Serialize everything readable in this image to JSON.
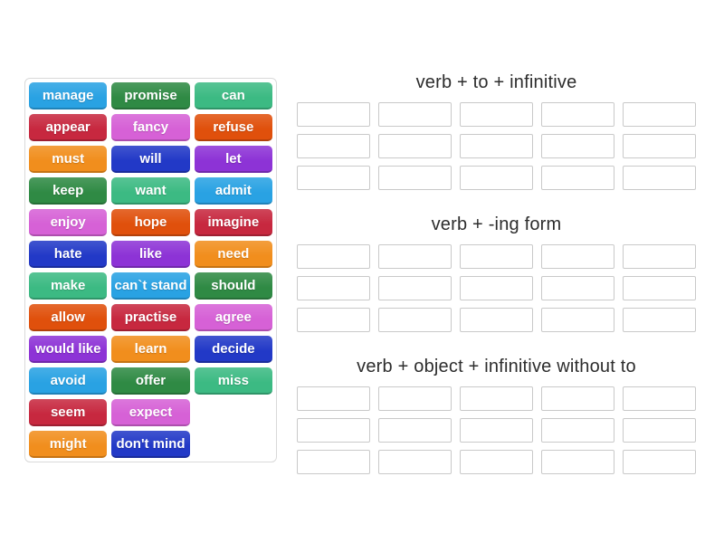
{
  "palette": {
    "skyblue": {
      "bg": "#29a2e3",
      "edge": "#1f82b8"
    },
    "green": {
      "bg": "#2f8a44",
      "edge": "#266e37"
    },
    "seagreen": {
      "bg": "#3cba83",
      "edge": "#2f9468"
    },
    "crimson": {
      "bg": "#c7283f",
      "edge": "#9e1f32"
    },
    "orchid": {
      "bg": "#d661d6",
      "edge": "#ad4ead"
    },
    "orangered": {
      "bg": "#e0500c",
      "edge": "#b2400a"
    },
    "orange": {
      "bg": "#f18e1d",
      "edge": "#c57314"
    },
    "royalblue": {
      "bg": "#2239c7",
      "edge": "#1a2c9c"
    },
    "purple": {
      "bg": "#8d33d6",
      "edge": "#7028ab"
    }
  },
  "tiles": [
    {
      "label": "manage",
      "color": "skyblue"
    },
    {
      "label": "promise",
      "color": "green"
    },
    {
      "label": "can",
      "color": "seagreen"
    },
    {
      "label": "appear",
      "color": "crimson"
    },
    {
      "label": "fancy",
      "color": "orchid"
    },
    {
      "label": "refuse",
      "color": "orangered"
    },
    {
      "label": "must",
      "color": "orange"
    },
    {
      "label": "will",
      "color": "royalblue"
    },
    {
      "label": "let",
      "color": "purple"
    },
    {
      "label": "keep",
      "color": "green"
    },
    {
      "label": "want",
      "color": "seagreen"
    },
    {
      "label": "admit",
      "color": "skyblue"
    },
    {
      "label": "enjoy",
      "color": "orchid"
    },
    {
      "label": "hope",
      "color": "orangered"
    },
    {
      "label": "imagine",
      "color": "crimson"
    },
    {
      "label": "hate",
      "color": "royalblue"
    },
    {
      "label": "like",
      "color": "purple"
    },
    {
      "label": "need",
      "color": "orange"
    },
    {
      "label": "make",
      "color": "seagreen"
    },
    {
      "label": "can`t stand",
      "color": "skyblue"
    },
    {
      "label": "should",
      "color": "green"
    },
    {
      "label": "allow",
      "color": "orangered"
    },
    {
      "label": "practise",
      "color": "crimson"
    },
    {
      "label": "agree",
      "color": "orchid"
    },
    {
      "label": "would like",
      "color": "purple"
    },
    {
      "label": "learn",
      "color": "orange"
    },
    {
      "label": "decide",
      "color": "royalblue"
    },
    {
      "label": "avoid",
      "color": "skyblue"
    },
    {
      "label": "offer",
      "color": "green"
    },
    {
      "label": "miss",
      "color": "seagreen"
    },
    {
      "label": "seem",
      "color": "crimson"
    },
    {
      "label": "expect",
      "color": "orchid"
    },
    {
      "label": "might",
      "color": "orange"
    },
    {
      "label": "don't mind",
      "color": "royalblue"
    }
  ],
  "groups": [
    {
      "title": "verb + to + infinitive",
      "slot_count": 15
    },
    {
      "title": "verb + -ing form",
      "slot_count": 15
    },
    {
      "title": "verb + object + infinitive without to",
      "slot_count": 15
    }
  ]
}
